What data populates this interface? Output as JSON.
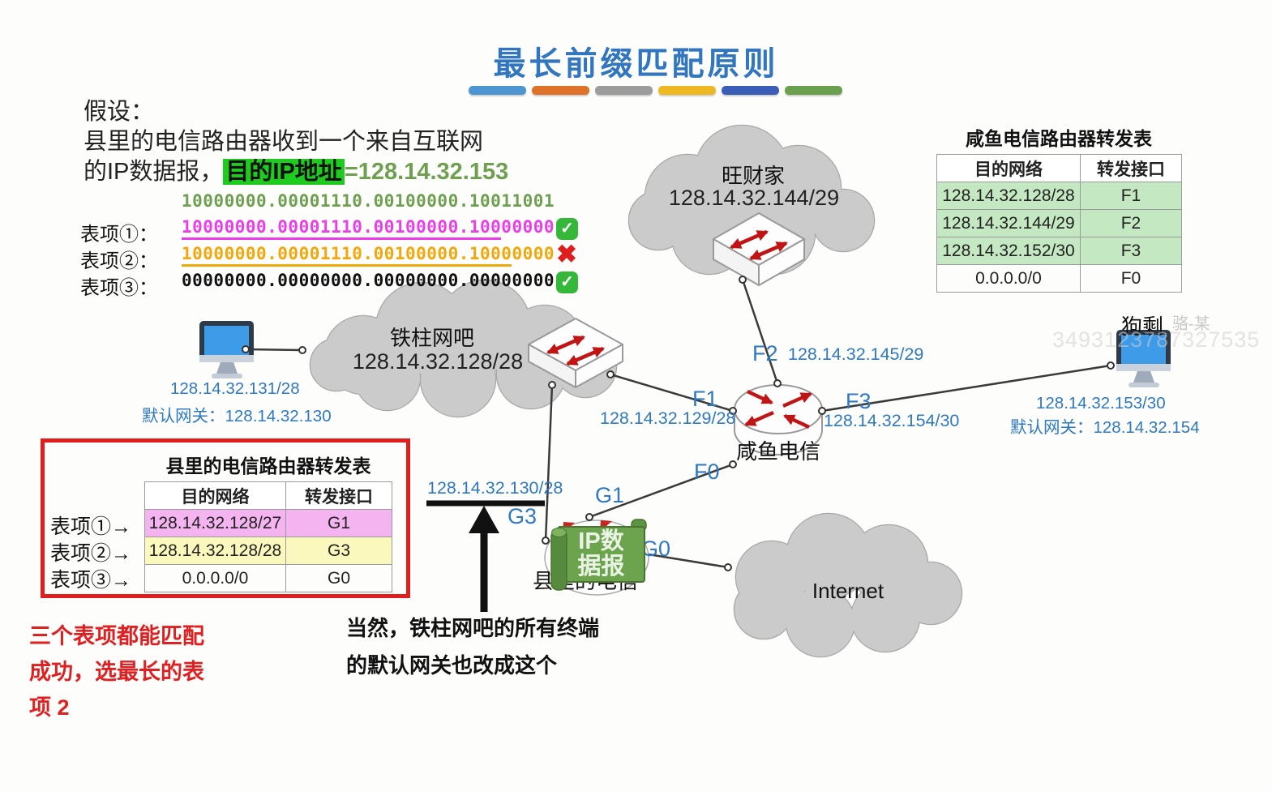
{
  "title": "最长前缀匹配原则",
  "accent_bars": [
    "#4E96D1",
    "#DE7229",
    "#9C9C9C",
    "#EFB722",
    "#3B5FB8",
    "#6BA14E"
  ],
  "colors": {
    "title_blue": "#3176BF",
    "label_blue": "#2E79C2",
    "highlight_green": "#1ECB1E",
    "binary_green": "#6FA050",
    "binary_pink": "#E93EE9",
    "binary_orange": "#F2A70A",
    "table_row_green": "#C4E8C1",
    "table_row_pink": "#F4B4F0",
    "table_row_yellow": "#FBF8BE",
    "alert_red": "#E01E1E"
  },
  "intro": {
    "line1": "假设：",
    "line2": "县里的电信路由器收到一个来自互联网",
    "line3_prefix": "的IP数据报，",
    "highlight": "目的IP地址",
    "line3_suffix": "=128.14.32.153"
  },
  "binary": {
    "destination": "10000000.00001110.00100000.10011001",
    "entries": [
      {
        "label": "表项①：",
        "prefix": "10000000.00001110.00100000.100",
        "suffix": "00000",
        "mark": "check"
      },
      {
        "label": "表项②：",
        "prefix": "10000000.00001110.00100000.1000",
        "suffix": "0000",
        "mark": "cross"
      },
      {
        "label": "表项③：",
        "prefix": "",
        "suffix": "00000000.00000000.00000000.00000000",
        "mark": "check"
      }
    ]
  },
  "icons": {
    "check": "✓",
    "cross": "✖"
  },
  "xianyu_table": {
    "title": "咸鱼电信路由器转发表",
    "headers": [
      "目的网络",
      "转发接口"
    ],
    "rows": [
      {
        "network": "128.14.32.128/28",
        "port": "F1"
      },
      {
        "network": "128.14.32.144/29",
        "port": "F2"
      },
      {
        "network": "128.14.32.152/30",
        "port": "F3"
      },
      {
        "network": "0.0.0.0/0",
        "port": "F0"
      }
    ]
  },
  "county_table": {
    "title": "县里的电信路由器转发表",
    "headers": [
      "目的网络",
      "转发接口"
    ],
    "rows": [
      {
        "row_label": "表项①→",
        "network": "128.14.32.128/27",
        "port": "G1"
      },
      {
        "row_label": "表项②→",
        "network": "128.14.32.128/28",
        "port": "G3"
      },
      {
        "row_label": "表项③→",
        "network": "0.0.0.0/0",
        "port": "G0"
      }
    ]
  },
  "diagram": {
    "wangcai": {
      "name": "旺财家",
      "subnet": "128.14.32.144/29"
    },
    "tiezhu": {
      "name": "铁柱网吧",
      "subnet": "128.14.32.128/28"
    },
    "internet": {
      "name": "Internet"
    },
    "router_xianyu": {
      "name": "咸鱼电信"
    },
    "router_county": {
      "name": "县里的电信"
    },
    "host_left": {
      "ip": "128.14.32.131/28",
      "gateway": "默认网关：128.14.32.130"
    },
    "host_right": {
      "name": "狗剩",
      "ip": "128.14.32.153/30",
      "gateway": "默认网关：128.14.32.154"
    },
    "interfaces": {
      "f2": "F2",
      "f2_ip": "128.14.32.145/29",
      "f1": "F1",
      "f1_ip": "128.14.32.129/28",
      "f3": "F3",
      "f3_ip": "128.14.32.154/30",
      "f0": "F0",
      "g1": "G1",
      "g3": "G3",
      "g0": "G0",
      "pointed_ip": "128.14.32.130/28"
    },
    "packet": {
      "line1": "IP数",
      "line2": "据报"
    }
  },
  "annotations": {
    "red_line1": "三个表项都能匹配",
    "red_line2": "成功，选最长的表",
    "red_line3": "项 2",
    "black_line1": "当然，铁柱网吧的所有终端",
    "black_line2": "的默认网关也改成这个"
  },
  "watermark": {
    "name": "骆-某",
    "number": "3493123787327535"
  }
}
